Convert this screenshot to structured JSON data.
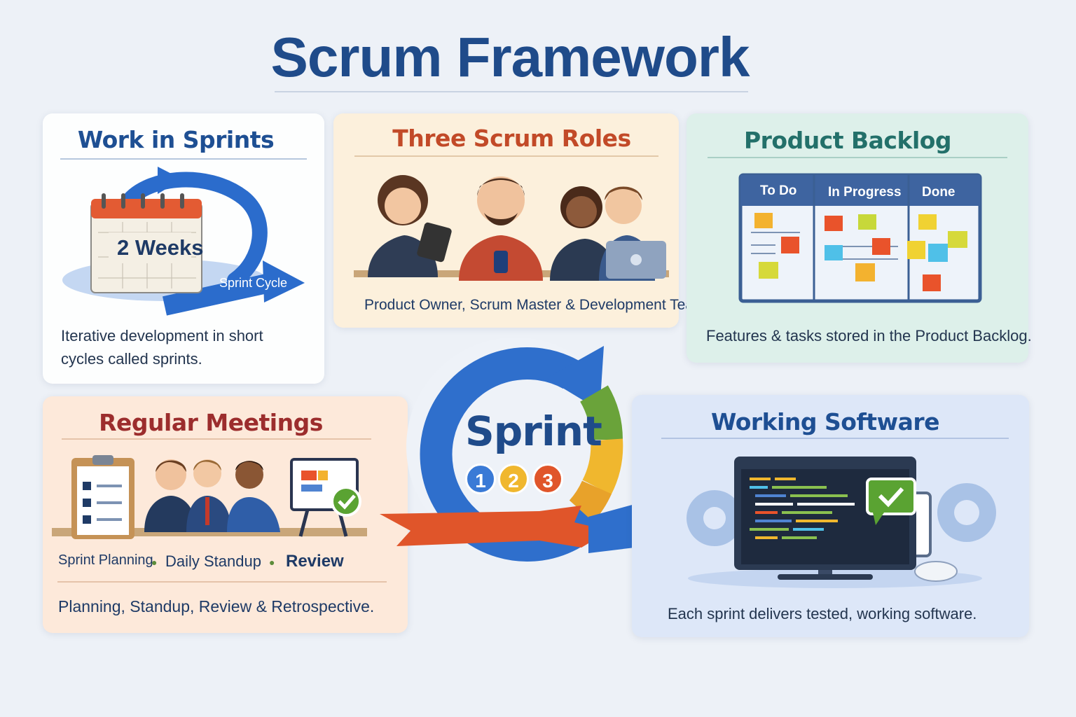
{
  "title": "Scrum Framework",
  "cards": {
    "sprints": {
      "heading": "Work in Sprints",
      "calendar_label": "2 Weeks",
      "arrow_label": "Sprint Cycle",
      "description": "Iterative development in short cycles called sprints."
    },
    "roles": {
      "heading": "Three Scrum Roles",
      "caption": "Product Owner, Scrum Master & Development Team"
    },
    "backlog": {
      "heading": "Product Backlog",
      "columns": [
        "To Do",
        "In Progress",
        "Done"
      ],
      "description": "Features & tasks stored in the Product Backlog."
    },
    "meetings": {
      "heading": "Regular Meetings",
      "items": [
        "Sprint Planning",
        "Daily Standup",
        "Review"
      ],
      "description": "Planning, Standup, Review & Retrospective."
    },
    "software": {
      "heading": "Working Software",
      "description": "Each sprint delivers tested, working software."
    }
  },
  "center": {
    "label": "Sprint",
    "steps": [
      "1",
      "2",
      "3"
    ]
  },
  "colors": {
    "title": "#1f4b8a",
    "blue": "#2f6fcc",
    "orange": "#e0552a",
    "green": "#6aa33a",
    "yellow": "#f0b72e"
  },
  "icons": [
    "calendar-icon",
    "cycle-arrow-icon",
    "clipboard-icon",
    "presentation-board-icon",
    "monitor-icon",
    "gear-icon",
    "check-icon",
    "mouse-icon"
  ]
}
